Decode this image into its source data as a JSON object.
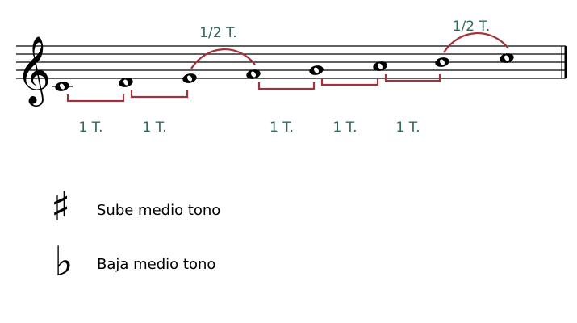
{
  "staff": {
    "clef_icon": "treble-clef-icon",
    "notes": [
      {
        "pitch": "C4",
        "name": "do"
      },
      {
        "pitch": "D4",
        "name": "re"
      },
      {
        "pitch": "E4",
        "name": "mi"
      },
      {
        "pitch": "F4",
        "name": "fa"
      },
      {
        "pitch": "G4",
        "name": "sol"
      },
      {
        "pitch": "A4",
        "name": "la"
      },
      {
        "pitch": "B4",
        "name": "si"
      },
      {
        "pitch": "C5",
        "name": "do"
      }
    ],
    "intervals": [
      {
        "from": 0,
        "to": 1,
        "label": "1 T.",
        "kind": "whole",
        "position": "below"
      },
      {
        "from": 1,
        "to": 2,
        "label": "1 T.",
        "kind": "whole",
        "position": "below"
      },
      {
        "from": 2,
        "to": 3,
        "label": "1/2 T.",
        "kind": "half",
        "position": "above"
      },
      {
        "from": 3,
        "to": 4,
        "label": "1 T.",
        "kind": "whole",
        "position": "below"
      },
      {
        "from": 4,
        "to": 5,
        "label": "1 T.",
        "kind": "whole",
        "position": "below"
      },
      {
        "from": 5,
        "to": 6,
        "label": "1 T.",
        "kind": "whole",
        "position": "below"
      },
      {
        "from": 6,
        "to": 7,
        "label": "1/2 T.",
        "kind": "half",
        "position": "above"
      }
    ]
  },
  "legend": {
    "sharp": {
      "icon": "sharp-icon",
      "symbol": "♯",
      "text": "Sube medio tono"
    },
    "flat": {
      "icon": "flat-icon",
      "symbol": "♭",
      "text": "Baja medio tono"
    }
  },
  "colors": {
    "bracket": "#a3303c",
    "label": "#2f6b57",
    "ink": "#000000"
  }
}
